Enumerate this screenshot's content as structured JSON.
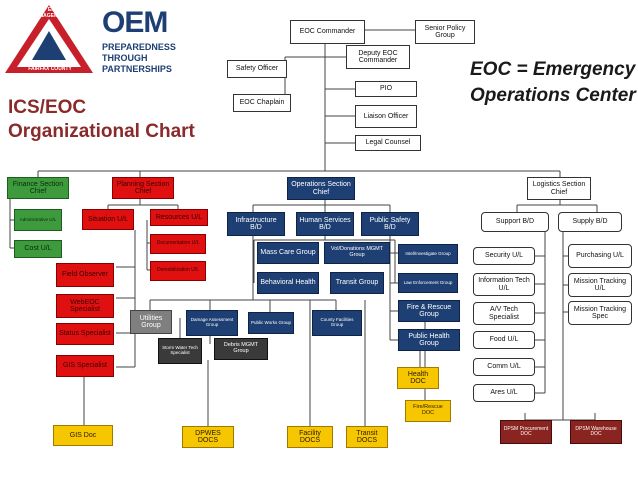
{
  "logo": {
    "triangle_text": "OFFICE OF EMERGENCY MANAGEMENT",
    "county": "FAIRFAX COUNTY",
    "acronym": "OEM",
    "tagline": [
      "PREPAREDNESS",
      "THROUGH",
      "PARTNERSHIPS"
    ],
    "colors": {
      "red": "#c8202a",
      "blue": "#1e3f73"
    }
  },
  "title": {
    "line1": "ICS/EOC",
    "line2": "Organizational Chart"
  },
  "legend": {
    "line1": "EOC = Emergency",
    "line2": "Operations Center"
  },
  "command": {
    "eoc_commander": "EOC Commander",
    "senior_policy": "Senior Policy Group",
    "deputy": "Deputy EOC Commander",
    "safety": "Safety Officer",
    "chaplain": "EOC Chaplain",
    "pio": "PIO",
    "liaison": "Liaison Officer",
    "legal": "Legal Counsel"
  },
  "finance": {
    "chief": "Finance Section Chief",
    "admin": "Administrative U/L",
    "cost": "Cost U/L"
  },
  "planning": {
    "chief": "Planning Section Chief",
    "situation": "Situation U/L",
    "resources": "Resources U/L",
    "documentation": "Documentation U/L",
    "demobilization": "Demobilization U/L",
    "field_observer": "Field Observer",
    "webeoc": "WebEOC Specialist",
    "status": "Status Specialist",
    "gis": "GIS Specialist",
    "gis_doc": "GIS Doc"
  },
  "operations": {
    "chief": "Operations Section Chief",
    "infrastructure": "Infrastructure B/D",
    "human_services": "Human Services B/D",
    "public_safety": "Public Safety B/D",
    "utilities": "Utilities Group",
    "damage": "Damage Assessment Group",
    "public_works": "Public Works Group",
    "county_facilities": "County Facilities Group",
    "storm_water": "Storm Water Tech Specialist",
    "debris": "Debris MGMT Group",
    "mass_care": "Mass Care Group",
    "vol_donations": "Vol/Donations MGMT Group",
    "behavioral": "Behavioral Health",
    "transit": "Transit Group",
    "intel": "Intel/Investigate Group",
    "law": "Law Enforcement Group",
    "fire": "Fire & Rescue Group",
    "public_health": "Public Health Group",
    "health_doc": "Health DOC",
    "fire_doc": "Fire/Rescue DOC",
    "dpwes_docs": "DPWES DOCS",
    "facility_docs": "Facility DOCS",
    "transit_docs": "Transit DOCS"
  },
  "logistics": {
    "chief": "Logistics Section Chief",
    "support": "Support B/D",
    "supply": "Supply B/D",
    "security": "Security U/L",
    "info_tech": "Information Tech U/L",
    "av_tech": "A/V Tech Specialist",
    "food": "Food U/L",
    "comm": "Comm U/L",
    "ares": "Ares U/L",
    "purchasing": "Purchasing U/L",
    "mission_tracking_ul": "Mission Tracking U/L",
    "mission_tracking_spec": "Mission Tracking Spec",
    "dpsm_procurement": "DPSM Procurement DOC",
    "dpsm_warehouse": "DPSM Warehouse DOC"
  }
}
